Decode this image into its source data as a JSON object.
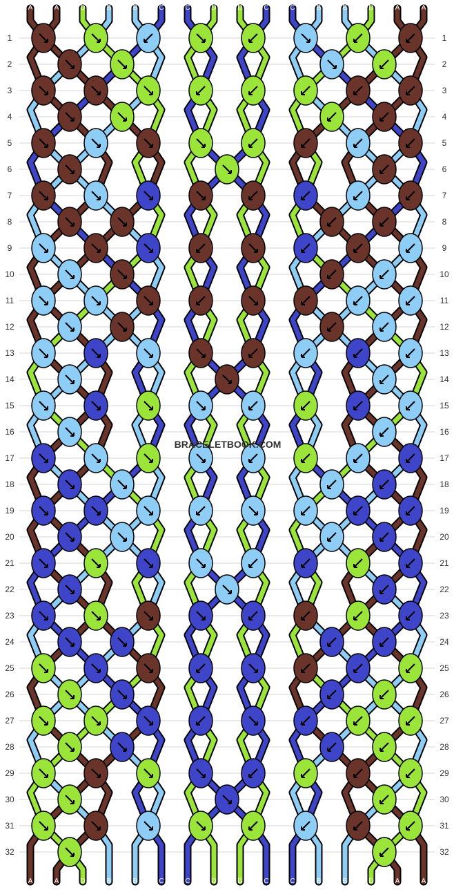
{
  "watermark": "BRACELETBOOK.COM",
  "colors": {
    "A": "#6b342b",
    "B": "#8ecdf6",
    "C": "#3f45c8",
    "D": "#9be53a"
  },
  "strings_top": [
    "A",
    "A",
    "D",
    "B",
    "B",
    "C",
    "C",
    "D",
    "D",
    "C",
    "C",
    "B",
    "B",
    "D",
    "A",
    "A"
  ],
  "strings_bottom": [
    "A",
    "A",
    "D",
    "B",
    "B",
    "C",
    "C",
    "D",
    "D",
    "C",
    "C",
    "B",
    "B",
    "D",
    "A",
    "A"
  ],
  "row_numbers": [
    "1",
    "2",
    "3",
    "4",
    "5",
    "6",
    "7",
    "8",
    "9",
    "10",
    "11",
    "12",
    "13",
    "14",
    "15",
    "16",
    "17",
    "18",
    "19",
    "20",
    "21",
    "22",
    "23",
    "24",
    "25",
    "26",
    "27",
    "28",
    "29",
    "30",
    "31",
    "32"
  ],
  "knot_rows": [
    "A:R D:R B:L D:R D:L B:R D:L A:L",
    "A:R D:R B:R D:L",
    "A:R A:R D:R D:L D:L D:L A:L A:L",
    "A:R D:R D:L A:L",
    "A:R B:R A:R D:R D:L A:L B:L A:L",
    "A:R D:R A:L",
    "A:R B:R C:R A:R A:L C:L B:L A:L",
    "A:R A:R A:L A:L",
    "B:R A:R C:R A:L A:R C:L A:L B:L",
    "B:R A:R A:L B:L",
    "B:R B:R A:R A:L A:R A:L B:L B:L",
    "B:R A:R A:L B:L",
    "B:R C:R B:R A:R A:L B:L C:L B:L",
    "B:R A:R B:L",
    "B:R C:R D:R B:R B:L D:L C:L B:L",
    "B:R B:L",
    "C:R B:R D:R B:R B:L D:L B:L C:L",
    "C:R B:R B:L C:L",
    "C:R C:R B:R B:L B:R B:L C:L C:L",
    "C:R B:R B:L C:L",
    "C:R D:R C:R B:R B:L C:L D:L C:L",
    "C:R B:R C:L",
    "C:R D:R A:R C:R C:L A:L D:L C:L",
    "C:R C:R C:L C:L",
    "D:R C:R A:R C:L C:R A:L C:L D:L",
    "D:R C:R C:L D:L",
    "D:R D:R C:R C:L C:R C:L D:L D:L",
    "D:R C:R C:L D:L",
    "D:R A:R D:R C:R C:L D:L A:L D:L",
    "D:R C:R D:L",
    "D:R A:R B:R D:R D:L B:L A:L D:L",
    "D:R D:L"
  ]
}
